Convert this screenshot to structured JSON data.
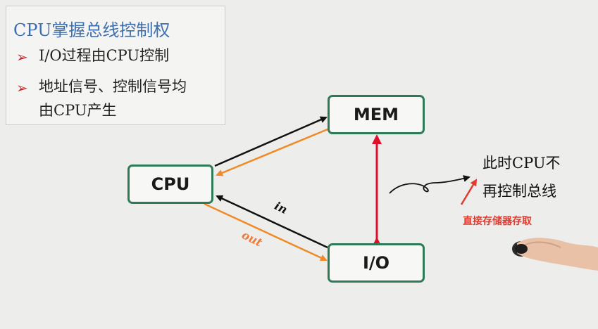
{
  "note": {
    "title": "CPU掌握总线控制权",
    "bullets": [
      "I/O过程由CPU控制",
      "地址信号、控制信号均",
      "由CPU产生"
    ]
  },
  "diagram": {
    "nodes": {
      "mem": "MEM",
      "cpu": "CPU",
      "io": "I/O"
    },
    "edge_labels": {
      "in": "in",
      "out": "out"
    }
  },
  "side_note": {
    "line1": "此时CPU不",
    "line2": "再控制总线"
  },
  "annotation": "直接存储器存取",
  "colors": {
    "node_border": "#2e7a56",
    "arrow_black": "#111111",
    "arrow_orange": "#f08a24",
    "arrow_red": "#e0102a",
    "title_blue": "#3d6fb0",
    "annotation_red": "#e23a2e"
  }
}
